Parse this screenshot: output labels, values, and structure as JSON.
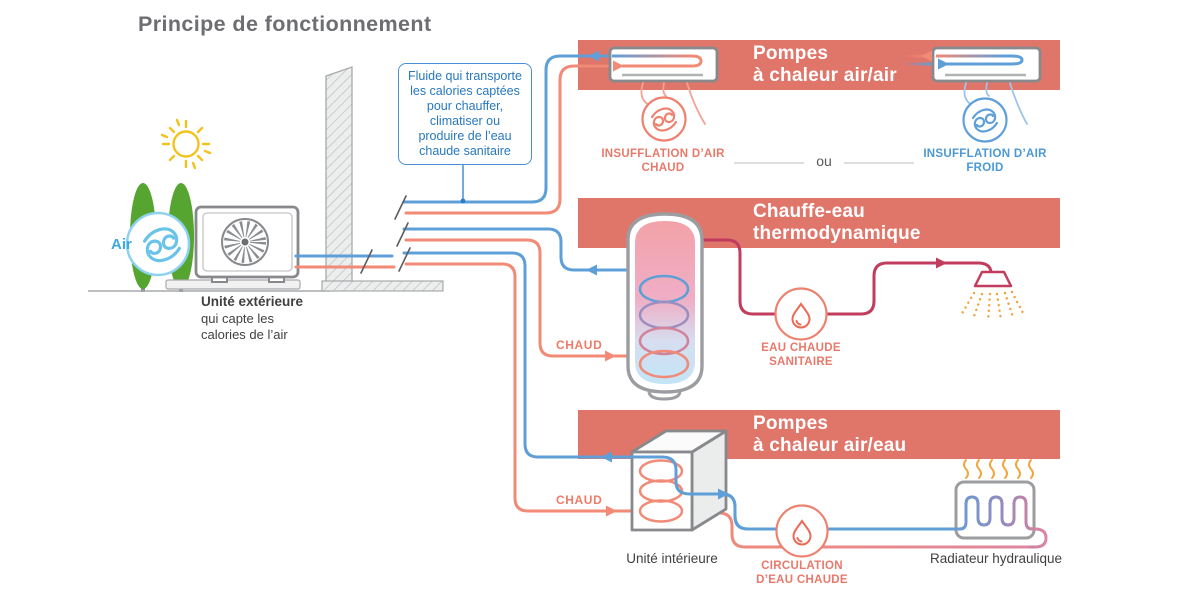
{
  "page_title": "Principe de fonctionnement",
  "callout": {
    "text": "Fluide qui transporte\nles calories captées\npour chauffer,\nclimatiser ou\nproduire de l’eau\nchaude sanitaire"
  },
  "exterior": {
    "air_label": "Air",
    "caption_title": "Unité extérieure",
    "caption_body": "qui capte les\ncalories de l’air"
  },
  "air_air": {
    "banner": "Pompes\nà chaleur air/air",
    "label_hot": "INSUFFLATION D’AIR\nCHAUD",
    "label_or": "ou",
    "label_cold": "INSUFFLATION D’AIR\nFROID"
  },
  "water_heater": {
    "banner": "Chauffe-eau\nthermodynamique",
    "label_chaud": "CHAUD",
    "label_circle": "EAU CHAUDE\nSANITAIRE"
  },
  "air_eau": {
    "banner": "Pompes\nà chaleur air/eau",
    "label_chaud": "CHAUD",
    "label_circle": "CIRCULATION\nD’EAU CHAUDE",
    "label_indoor": "Unité intérieure",
    "label_radiator": "Radiateur hydraulique"
  },
  "icons": {
    "sun": "sun-icon",
    "wind": "wind-swirl-icon",
    "fan": "fan-icon",
    "droplet": "water-drop-icon",
    "shower": "shower-head-icon",
    "heat": "heat-waves-icon"
  },
  "colors": {
    "banner": "#e0756a",
    "pipe_hot": "#f18a76",
    "pipe_cold": "#5f9fd8",
    "pipe_sanitary": "#c13c5d",
    "accent_orange": "#f0a43c",
    "callout_blue": "#2878be",
    "title_gray": "#6d6e71",
    "text_dark": "#414042",
    "tree_green": "#56a531",
    "sun_yellow": "#f2c21d"
  }
}
